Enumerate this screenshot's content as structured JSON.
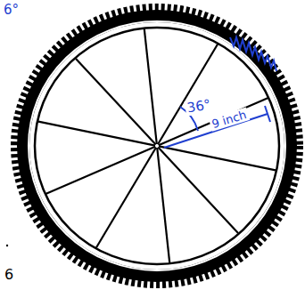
{
  "diagram": {
    "labels": [
      "6°",
      "36°",
      "9 inch",
      "6"
    ]
  }
}
